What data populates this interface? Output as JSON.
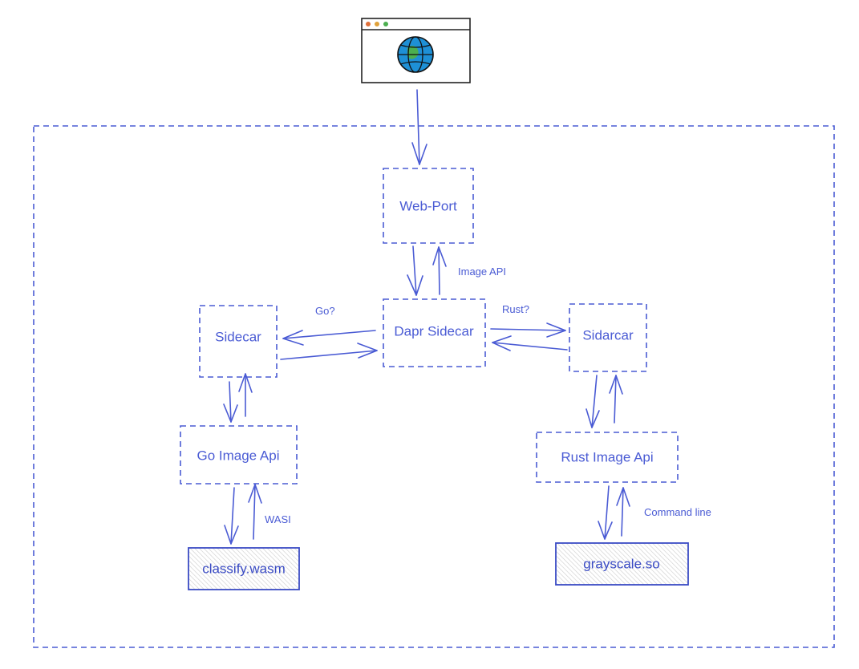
{
  "nodes": {
    "web_port": {
      "label": "Web-Port"
    },
    "dapr_sidecar": {
      "label": "Dapr Sidecar"
    },
    "sidecar_go": {
      "label": "Sidecar"
    },
    "sidecar_rust": {
      "label": "Sidarcar"
    },
    "go_image_api": {
      "label": "Go Image Api"
    },
    "rust_image_api": {
      "label": "Rust Image Api"
    },
    "classify_wasm": {
      "label": "classify.wasm"
    },
    "grayscale_so": {
      "label": "grayscale.so"
    }
  },
  "edges": {
    "image_api": "Image API",
    "go": "Go?",
    "rust": "Rust?",
    "wasi": "WASI",
    "command_line": "Command line"
  },
  "colors": {
    "stroke": "#4a5bd4",
    "green_fill": "#b7e07a",
    "purple_fill": "#c9a7f2",
    "teal_fill": "#8fe0dc",
    "gray_fill": "#d7d7d7"
  },
  "icons": {
    "browser": "browser-window-globe-icon"
  }
}
